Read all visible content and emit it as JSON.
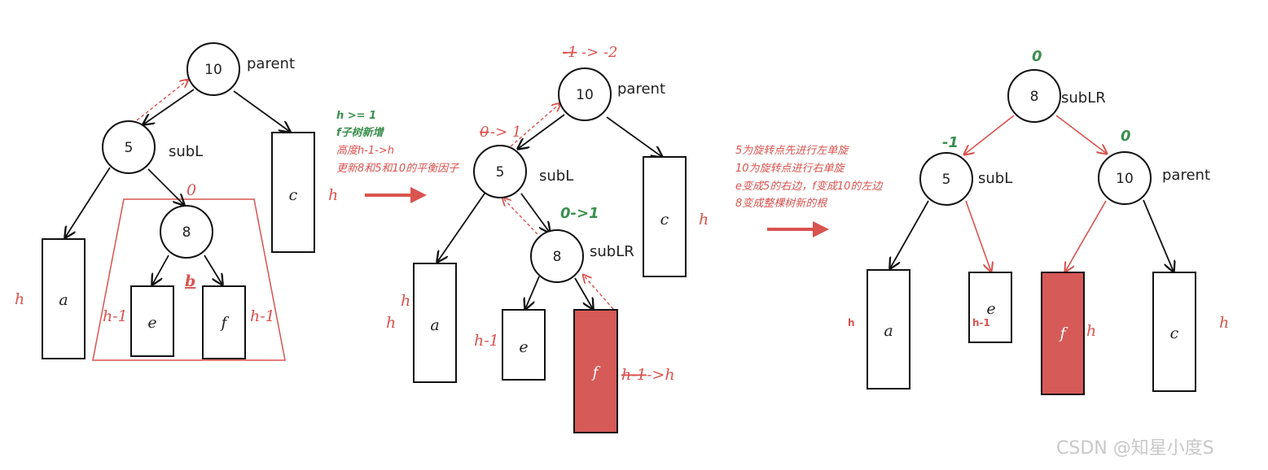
{
  "panel1": {
    "nodes": {
      "root": "10",
      "left": "5",
      "inner": "8"
    },
    "roles": {
      "root": "parent",
      "left": "subL"
    },
    "boxes": {
      "a": "a",
      "c": "c",
      "e": "e",
      "f": "f"
    },
    "heights": {
      "a": "h",
      "c": "h",
      "e": "h-1",
      "f": "h-1"
    },
    "subtree_b": "b",
    "subtree_bf": "0"
  },
  "notes1": {
    "green": [
      "h >= 1",
      "f子树新增"
    ],
    "red": [
      "高度h-1->h",
      "更新8和5和10的平衡因子"
    ]
  },
  "panel2": {
    "nodes": {
      "root": "10",
      "left": "5",
      "inner": "8"
    },
    "roles": {
      "root": "parent",
      "left": "subL",
      "inner": "subLR"
    },
    "boxes": {
      "a": "a",
      "c": "c",
      "e": "e",
      "f": "f"
    },
    "heights": {
      "a_1": "h",
      "a_2": "h",
      "c": "h",
      "e": "h-1"
    },
    "f_height_old": "h-1",
    "f_height_new": "->h",
    "bf_root_old": "-1",
    "bf_root_new": "-> -2",
    "bf_left_old": "0",
    "bf_left_new": "->  1",
    "bf_inner": "0->1"
  },
  "notes2": {
    "red": [
      "5为旋转点先进行左单旋",
      "10为旋转点进行右单旋",
      "e变成5的右边，f变成10的左边",
      "8变成整棵树新的根"
    ]
  },
  "panel3": {
    "nodes": {
      "root": "8",
      "left": "5",
      "right": "10"
    },
    "roles": {
      "root": "subLR",
      "left": "subL",
      "right": "parent"
    },
    "boxes": {
      "a": "a",
      "e": "e",
      "f": "f",
      "c": "c"
    },
    "heights": {
      "a": "h",
      "e": "h-1",
      "f": "h",
      "c": "h"
    },
    "bf_root": "0",
    "bf_left": "-1",
    "bf_right": "0"
  },
  "watermark": "CSDN @知星小度S",
  "colors": {
    "accent_red": "#d9534f",
    "fill_red": "#d65a57",
    "green": "#3a8f4e"
  }
}
